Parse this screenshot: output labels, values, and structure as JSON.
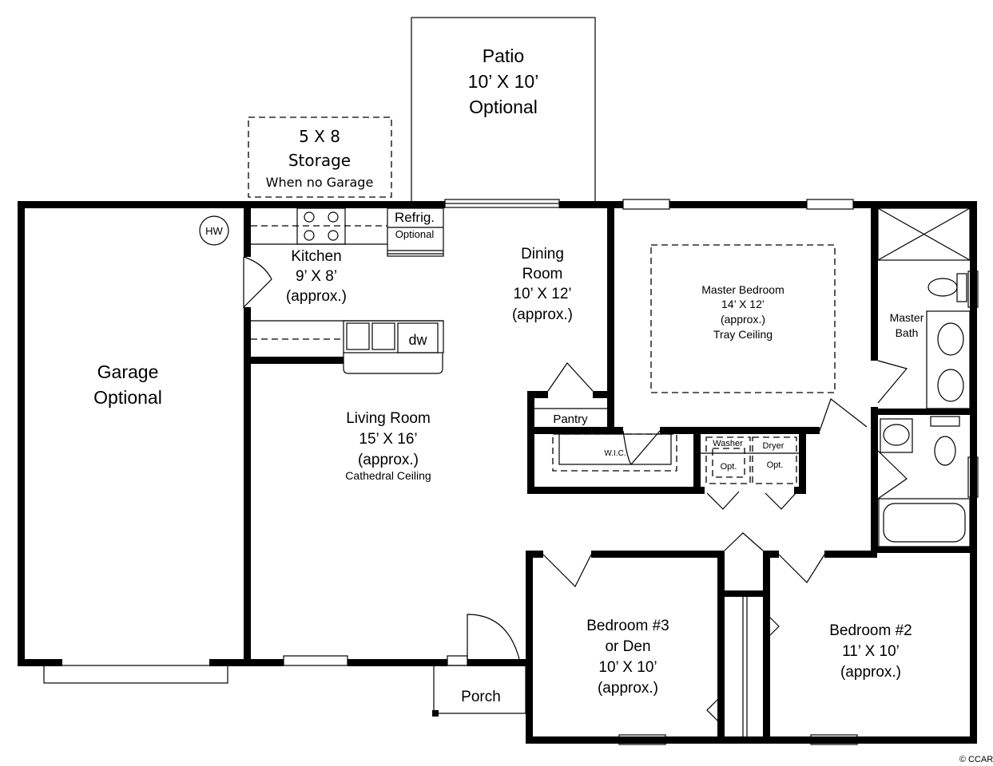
{
  "rooms": {
    "patio": {
      "name": "Patio",
      "size": "10’ X 10’",
      "note": "Optional"
    },
    "storage": {
      "size": "5 X 8",
      "name": "Storage",
      "note": "When no Garage"
    },
    "garage": {
      "name": "Garage",
      "note": "Optional"
    },
    "kitchen": {
      "name": "Kitchen",
      "size": "9’ X 8’",
      "note": "(approx.)"
    },
    "dining": {
      "name1": "Dining",
      "name2": "Room",
      "size": "10’ X 12’",
      "note": "(approx.)"
    },
    "master_bedroom": {
      "name": "Master Bedroom",
      "size": "14’ X 12’",
      "note": "(approx.)",
      "ceiling": "Tray Ceiling"
    },
    "master_bath": {
      "name1": "Master",
      "name2": "Bath"
    },
    "living": {
      "name": "Living Room",
      "size": "15’ X 16’",
      "note": "(approx.)",
      "ceiling": "Cathedral Ceiling"
    },
    "pantry": {
      "name": "Pantry"
    },
    "wic": {
      "name": "W.I.C."
    },
    "porch": {
      "name": "Porch"
    },
    "bedroom3": {
      "name1": "Bedroom #3",
      "name2": "or Den",
      "size": "10’ X 10’",
      "note": "(approx.)"
    },
    "bedroom2": {
      "name": "Bedroom #2",
      "size": "11’ X 10’",
      "note": "(approx.)"
    }
  },
  "fixtures": {
    "hw": "HW",
    "refrig": "Refrig.",
    "refrig_note": "Optional",
    "dw": "dw",
    "washer": "Washer",
    "dryer": "Dryer",
    "opt1": "Opt.",
    "opt2": "Opt."
  },
  "watermark": "© CCAR"
}
